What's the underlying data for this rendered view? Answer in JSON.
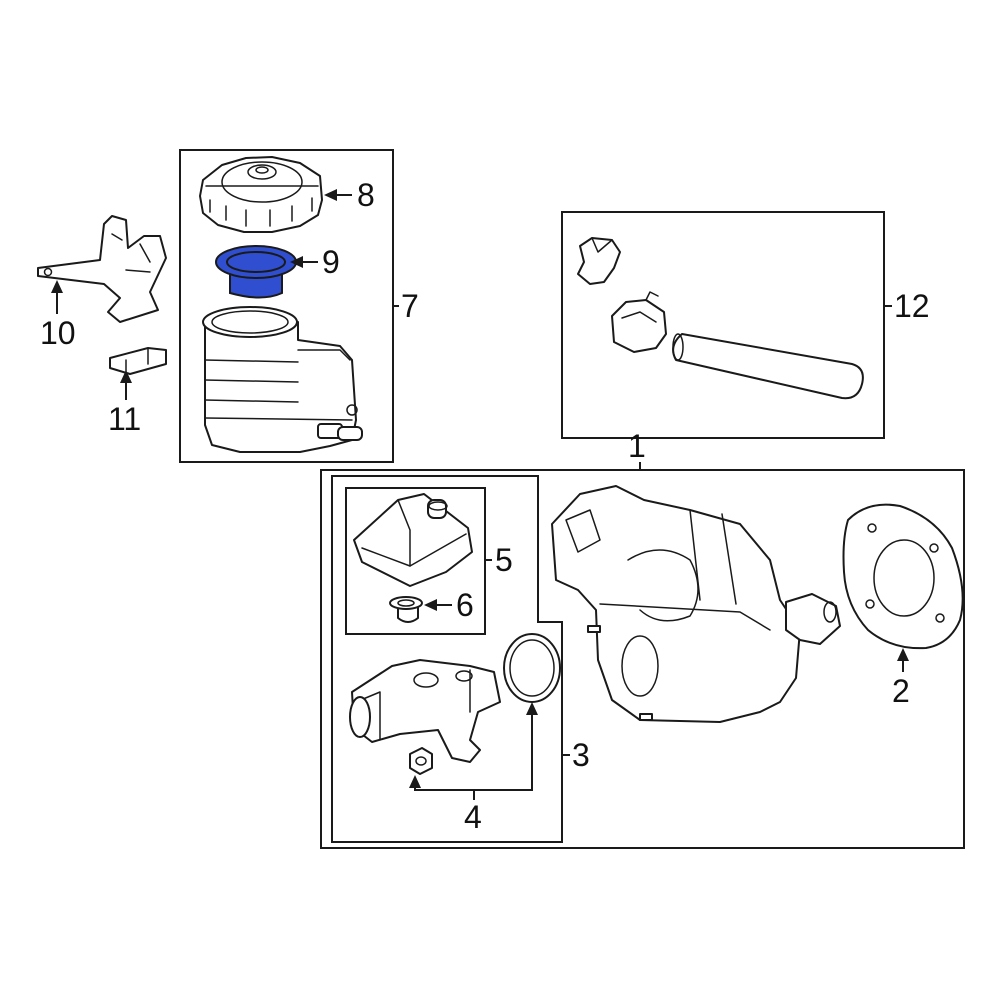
{
  "diagram": {
    "highlight_color": "#2f4fd0",
    "line_color": "#1a1a1a",
    "callouts": [
      "1",
      "2",
      "3",
      "4",
      "5",
      "6",
      "7",
      "8",
      "9",
      "10",
      "11",
      "12"
    ]
  }
}
